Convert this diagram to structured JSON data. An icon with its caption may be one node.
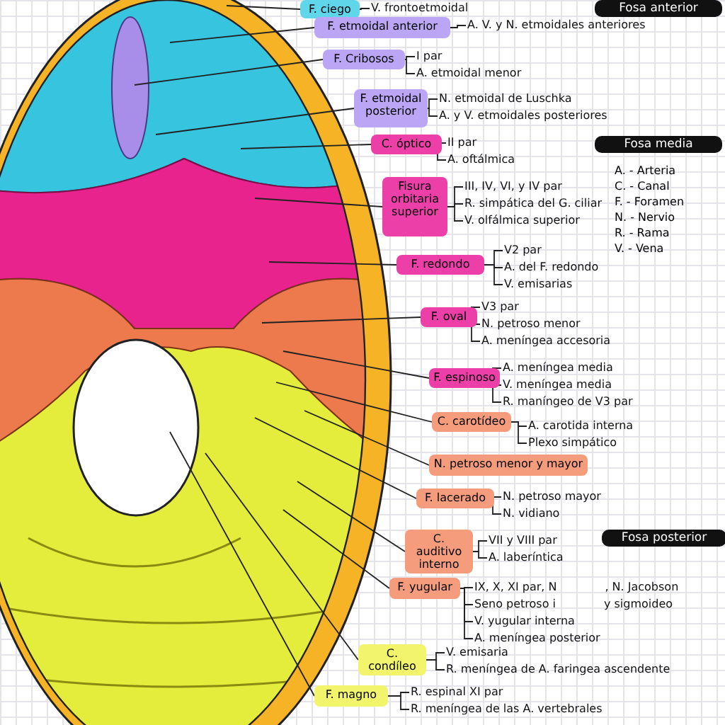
{
  "diagram": {
    "nodes": [
      {
        "text": [
          "F. ciego"
        ]
      },
      {
        "text": [
          "V. frontoetmoidal"
        ]
      },
      {
        "text": [
          "Fosa anterior"
        ]
      },
      {
        "text": [
          "F. etmoidal anterior"
        ]
      },
      {
        "text": [
          "A. V. y N. etmoidales anteriores"
        ]
      },
      {
        "text": [
          "F. Cribosos"
        ]
      },
      {
        "text": [
          "I par"
        ]
      },
      {
        "text": [
          "A. etmoidal menor"
        ]
      },
      {
        "text": [
          "F. etmoidal posterior"
        ]
      },
      {
        "text": [
          "N. etmoidal de Luschka"
        ]
      },
      {
        "text": [
          "A. y V. etmoidales posteriores"
        ]
      },
      {
        "text": [
          "C. óptico"
        ]
      },
      {
        "text": [
          "II par"
        ]
      },
      {
        "text": [
          "A. oftálmica"
        ]
      },
      {
        "text": [
          "Fosa media"
        ]
      },
      {
        "text": [
          "Fisura orbitaria superior"
        ]
      },
      {
        "text": [
          "III, IV, VI, y IV par"
        ]
      },
      {
        "text": [
          "R. simpática del G. ciliar"
        ]
      },
      {
        "text": [
          "V. olfálmica superior"
        ]
      },
      {
        "text": [
          "F. redondo"
        ]
      },
      {
        "text": [
          "V2 par"
        ]
      },
      {
        "text": [
          "A. del F. redondo"
        ]
      },
      {
        "text": [
          "V. emisarias"
        ]
      },
      {
        "text": [
          "F. oval"
        ]
      },
      {
        "text": [
          "V3 par"
        ]
      },
      {
        "text": [
          "N. petroso menor"
        ]
      },
      {
        "text": [
          "A. meníngea accesoria"
        ]
      },
      {
        "text": [
          "F. espinoso"
        ]
      },
      {
        "text": [
          "A. meníngea media"
        ]
      },
      {
        "text": [
          "V. meníngea media"
        ]
      },
      {
        "text": [
          "R. maníngeo de V3 par"
        ]
      },
      {
        "text": [
          "C. carotídeo"
        ]
      },
      {
        "text": [
          "A. carotida interna"
        ]
      },
      {
        "text": [
          "Plexo simpático"
        ]
      },
      {
        "text": [
          "N. petroso menor y mayor"
        ]
      },
      {
        "text": [
          "F. lacerado"
        ]
      },
      {
        "text": [
          "N. petroso mayor"
        ]
      },
      {
        "text": [
          "N. vidiano"
        ]
      },
      {
        "text": [
          "C. auditivo interno"
        ]
      },
      {
        "text": [
          "VII y VIII par"
        ]
      },
      {
        "text": [
          "A. laberíntica"
        ]
      },
      {
        "text": [
          "Fosa posterior"
        ]
      },
      {
        "text": [
          "F. yugular"
        ]
      },
      {
        "text": [
          "IX, X, XI par, N",
          ", N. Jacobson"
        ]
      },
      {
        "text": [
          "Seno petroso i",
          "y sigmoideo"
        ]
      },
      {
        "text": [
          "V. yugular interna"
        ]
      },
      {
        "text": [
          "A. meníngea posterior"
        ]
      },
      {
        "text": [
          "C. condíleo"
        ]
      },
      {
        "text": [
          "V. emisaria"
        ]
      },
      {
        "text": [
          "R. meníngea de A. faringea ascendente"
        ]
      },
      {
        "text": [
          "F. magno"
        ]
      },
      {
        "text": [
          "R. espinal XI par"
        ]
      },
      {
        "text": [
          "R. meníngea de las A. vertebrales"
        ]
      }
    ],
    "edges": [
      {
        "from": 0,
        "to": null,
        "arrow": "none"
      },
      {
        "from": 0,
        "to": 1,
        "arrow": "none"
      },
      {
        "from": 3,
        "to": null,
        "arrow": "none"
      },
      {
        "from": 3,
        "to": 4,
        "arrow": "none"
      },
      {
        "from": 5,
        "to": null,
        "arrow": "none"
      },
      {
        "from": 5,
        "to": 6,
        "arrow": "none"
      },
      {
        "from": 5,
        "to": 7,
        "arrow": "none"
      },
      {
        "from": 8,
        "to": null,
        "arrow": "none"
      },
      {
        "from": 8,
        "to": 9,
        "arrow": "none"
      },
      {
        "from": 8,
        "to": 10,
        "arrow": "none"
      },
      {
        "from": 11,
        "to": null,
        "arrow": "none"
      },
      {
        "from": 11,
        "to": 12,
        "arrow": "none"
      },
      {
        "from": 11,
        "to": 13,
        "arrow": "none"
      },
      {
        "from": 15,
        "to": null,
        "arrow": "none"
      },
      {
        "from": 15,
        "to": 16,
        "arrow": "none"
      },
      {
        "from": 15,
        "to": 17,
        "arrow": "none"
      },
      {
        "from": 15,
        "to": 18,
        "arrow": "none"
      },
      {
        "from": 19,
        "to": null,
        "arrow": "none"
      },
      {
        "from": 19,
        "to": 20,
        "arrow": "none"
      },
      {
        "from": 19,
        "to": 21,
        "arrow": "none"
      },
      {
        "from": 19,
        "to": 22,
        "arrow": "none"
      },
      {
        "from": 23,
        "to": null,
        "arrow": "none"
      },
      {
        "from": 23,
        "to": 24,
        "arrow": "none"
      },
      {
        "from": 23,
        "to": 25,
        "arrow": "none"
      },
      {
        "from": 23,
        "to": 26,
        "arrow": "none"
      },
      {
        "from": 27,
        "to": null,
        "arrow": "none"
      },
      {
        "from": 27,
        "to": 28,
        "arrow": "none"
      },
      {
        "from": 27,
        "to": 29,
        "arrow": "none"
      },
      {
        "from": 27,
        "to": 30,
        "arrow": "none"
      },
      {
        "from": 31,
        "to": null,
        "arrow": "none"
      },
      {
        "from": 31,
        "to": 32,
        "arrow": "none"
      },
      {
        "from": 31,
        "to": 33,
        "arrow": "none"
      },
      {
        "from": 34,
        "to": null,
        "arrow": "none"
      },
      {
        "from": 35,
        "to": null,
        "arrow": "none"
      },
      {
        "from": 35,
        "to": 36,
        "arrow": "none"
      },
      {
        "from": 35,
        "to": 37,
        "arrow": "none"
      },
      {
        "from": 38,
        "to": null,
        "arrow": "none"
      },
      {
        "from": 38,
        "to": 39,
        "arrow": "none"
      },
      {
        "from": 38,
        "to": 40,
        "arrow": "none"
      },
      {
        "from": 42,
        "to": null,
        "arrow": "none"
      },
      {
        "from": 42,
        "to": 43,
        "arrow": "none"
      },
      {
        "from": 42,
        "to": 44,
        "arrow": "none"
      },
      {
        "from": 42,
        "to": 45,
        "arrow": "none"
      },
      {
        "from": 42,
        "to": 46,
        "arrow": "none"
      },
      {
        "from": 47,
        "to": null,
        "arrow": "none"
      },
      {
        "from": 47,
        "to": 48,
        "arrow": "none"
      },
      {
        "from": 47,
        "to": 49,
        "arrow": "none"
      },
      {
        "from": 50,
        "to": null,
        "arrow": "none"
      },
      {
        "from": 50,
        "to": 51,
        "arrow": "none"
      },
      {
        "from": 50,
        "to": 52,
        "arrow": "none"
      }
    ],
    "labels": [
      "A. - Arteria",
      "C. - Canal",
      "F. - Foramen",
      "N. - Nervio",
      "R. - Rama",
      "V. - Vena"
    ]
  }
}
